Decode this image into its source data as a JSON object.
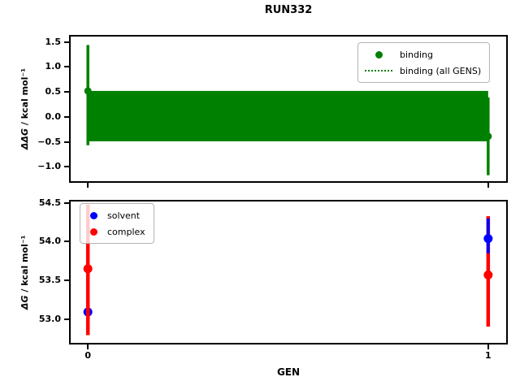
{
  "figure": {
    "title": "RUN332"
  },
  "chart_data": [
    {
      "type": "scatter",
      "axes": "top",
      "ylabel_math": "ΔΔG",
      "ylabel_rest": " / kcal mol⁻¹",
      "ylim": [
        -1.29,
        1.61
      ],
      "yticks": [
        1.5,
        1.0,
        0.5,
        0.0,
        -0.5,
        -1.0
      ],
      "ytick_labels": [
        "1.5",
        "1.0",
        "0.5",
        "0.0",
        "−0.5",
        "−1.0"
      ],
      "xlim": [
        -0.043,
        1.045
      ],
      "xticks": [
        0,
        1
      ],
      "xtick_labels": [
        "",
        ""
      ],
      "series": [
        {
          "name": "binding",
          "color": "#008000",
          "marker": "circle",
          "points": [
            {
              "x": 0,
              "y": 0.52,
              "err_lo": -0.57,
              "err_hi": 1.44
            },
            {
              "x": 1,
              "y": -0.39,
              "err_lo": -1.17,
              "err_hi": 0.39
            }
          ]
        }
      ],
      "band": {
        "label": "binding (all GENS)",
        "color": "#008000",
        "style": "dotted-line-with-solid-fill",
        "lo": -0.49,
        "hi": 0.52,
        "x_start": 0,
        "x_end": 1
      },
      "legend": {
        "position": "upper right",
        "entries": [
          {
            "label": "binding",
            "swatch": "dot",
            "color": "#008000"
          },
          {
            "label": "binding (all GENS)",
            "swatch": "dotted-line",
            "color": "#008000"
          }
        ]
      }
    },
    {
      "type": "scatter",
      "axes": "bottom",
      "xlabel": "GEN",
      "ylabel_math": "ΔG",
      "ylabel_rest": " / kcal mol⁻¹",
      "ylim": [
        52.69,
        54.52
      ],
      "yticks": [
        54.5,
        54.0,
        53.5,
        53.0
      ],
      "ytick_labels": [
        "54.5",
        "54.0",
        "53.5",
        "53.0"
      ],
      "xlim": [
        -0.043,
        1.045
      ],
      "xticks": [
        0,
        1
      ],
      "xtick_labels": [
        "0",
        "1"
      ],
      "series": [
        {
          "name": "solvent",
          "color": "#0000ff",
          "marker": "circle",
          "points": [
            {
              "x": 0,
              "y": 53.09,
              "err_lo": 52.93,
              "err_hi": 53.27
            },
            {
              "x": 1,
              "y": 54.04,
              "err_lo": 53.85,
              "err_hi": 54.3
            }
          ]
        },
        {
          "name": "complex",
          "color": "#ff0000",
          "marker": "circle",
          "points": [
            {
              "x": 0,
              "y": 53.65,
              "err_lo": 52.79,
              "err_hi": 54.48
            },
            {
              "x": 1,
              "y": 53.57,
              "err_lo": 52.9,
              "err_hi": 54.33
            }
          ]
        }
      ],
      "legend": {
        "position": "upper left",
        "entries": [
          {
            "label": "solvent",
            "swatch": "dot",
            "color": "#0000ff"
          },
          {
            "label": "complex",
            "swatch": "dot",
            "color": "#ff0000"
          }
        ]
      }
    }
  ]
}
